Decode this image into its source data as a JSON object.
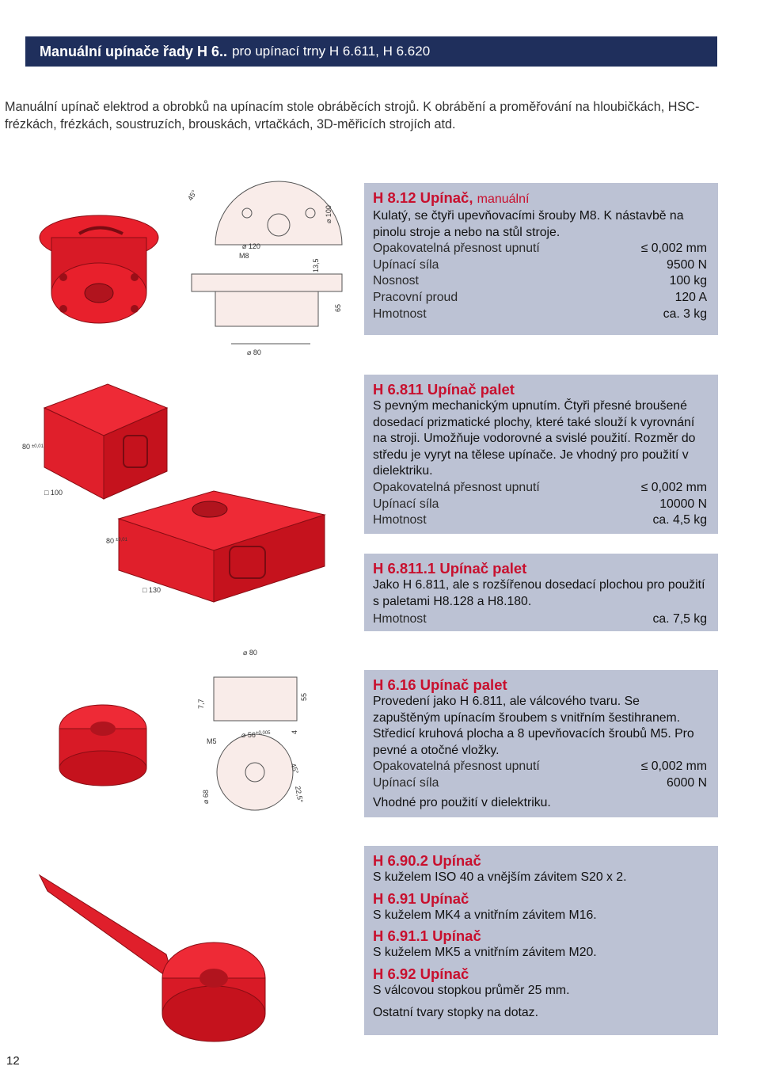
{
  "header": {
    "title_bold": "Manuální upínače řady H 6..",
    "title_rest": "pro upínací trny H 6.611, H 6.620"
  },
  "intro": "Manuální upínač elektrod a obrobků na upínacím stole obráběcích strojů. K obrábění a proměřování na hloubičkách, HSC-frézkách, frézkách, soustruzích, brouskách, vrtačkách, 3D-měřicích strojích atd.",
  "products": [
    {
      "title": "H 8.12 Upínač,",
      "subtitle": "manuální",
      "desc": "Kulatý, se čtyři upevňovacími šrouby M8. K nástavbě na pinolu stroje a nebo na stůl stroje.",
      "specs": [
        {
          "label": "Opakovatelná přesnost upnutí",
          "value": "≤ 0,002 mm"
        },
        {
          "label": "Upínací síla",
          "value": "9500 N"
        },
        {
          "label": "Nosnost",
          "value": "100 kg"
        },
        {
          "label": "Pracovní proud",
          "value": "120 A"
        },
        {
          "label": "Hmotnost",
          "value": "ca. 3 kg"
        }
      ]
    },
    {
      "title": "H 6.811 Upínač palet",
      "desc": "S pevným mechanickým upnutím. Čtyři přesné broušené dosedací prizmatické plochy, které také slouží k vyrovnání na stroji. Umožňuje vodorovné a svislé použití. Rozměr do středu je vyryt na tělese upínače. Je vhodný pro použití v dielektriku.",
      "specs": [
        {
          "label": "Opakovatelná přesnost upnutí",
          "value": "≤ 0,002 mm"
        },
        {
          "label": "Upínací síla",
          "value": "10000 N"
        },
        {
          "label": "Hmotnost",
          "value": "ca. 4,5 kg"
        }
      ]
    },
    {
      "title": "H 6.811.1 Upínač palet",
      "desc": "Jako H 6.811, ale s rozšířenou dosedací plochou pro použití s paletami H8.128 a H8.180.",
      "specs": [
        {
          "label": "Hmotnost",
          "value": "ca. 7,5 kg"
        }
      ]
    },
    {
      "title": "H 6.16 Upínač palet",
      "desc": "Provedení jako H 6.811, ale válcového tvaru. Se zapuštěným upínacím šroubem s vnitřním šestihranem. Středicí kruhová plocha a 8 upevňovacích šroubů M5. Pro pevné a otočné vložky.",
      "specs": [
        {
          "label": "Opakovatelná přesnost upnutí",
          "value": "≤ 0,002 mm"
        },
        {
          "label": "Upínací síla",
          "value": "6000 N"
        }
      ],
      "note": "Vhodné pro použití v dielektriku."
    }
  ],
  "last_box": [
    {
      "title": "H 6.90.2 Upínač",
      "desc": "S kuželem ISO 40 a vnějším závitem S20 x 2."
    },
    {
      "title": "H 6.91 Upínač",
      "desc": "S kuželem MK4 a vnitřním závitem M16."
    },
    {
      "title": "H 6.91.1 Upínač",
      "desc": "S kuželem MK5 a vnitřním závitem M20."
    },
    {
      "title": "H 6.92 Upínač",
      "desc": "S válcovou stopkou průměr 25 mm."
    }
  ],
  "last_note": "Ostatní tvary stopky na dotaz.",
  "drawings": {
    "d1": {
      "angle": "45°",
      "dia": "⌀ 120",
      "thread": "M8",
      "h1": "13,5",
      "h2": "65",
      "rad": "⌀ 100",
      "base": "⌀ 80"
    },
    "cube1": {
      "h": "80",
      "tol": "±0,01",
      "side": "□ 100"
    },
    "cube2": {
      "h": "80",
      "tol": "±0,01",
      "side": "□ 130"
    },
    "d2": {
      "top": "⌀ 80",
      "h1": "7,7",
      "m": "M5",
      "d56": "⌀ 56",
      "tol": "+0,005",
      "h2": "55",
      "h3": "4",
      "d68": "⌀ 68",
      "a45": "45°",
      "a22": "22,5°"
    }
  },
  "page_number": "12",
  "colors": {
    "header_bg": "#1f2f5c",
    "box_bg": "#bcc2d4",
    "accent": "#c8102e",
    "part_red": "#e8202c"
  }
}
